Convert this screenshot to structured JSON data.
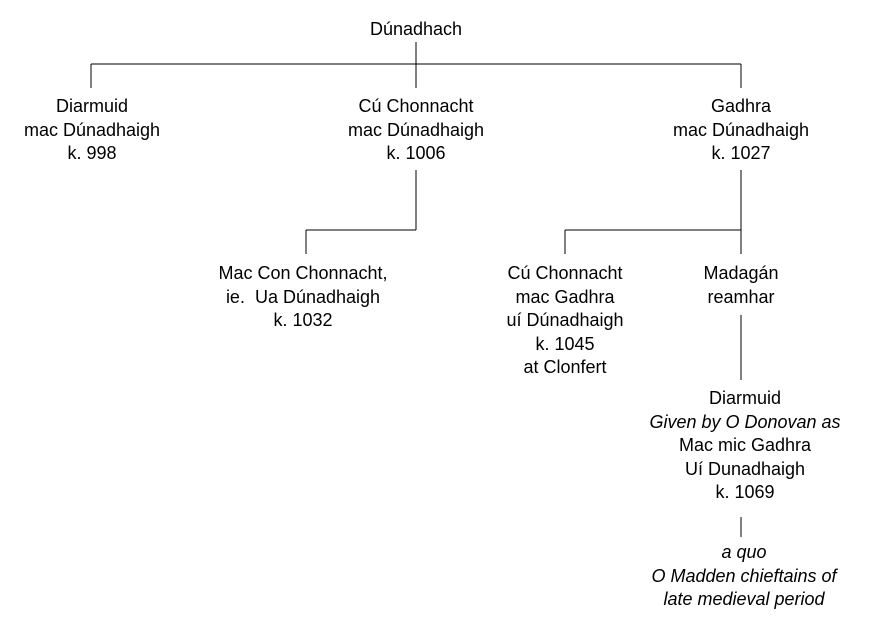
{
  "nodes": {
    "root": {
      "lines": [
        {
          "text": "Dúnadhach"
        }
      ]
    },
    "diarmuid_998": {
      "lines": [
        {
          "text": "Diarmuid"
        },
        {
          "text": "mac Dúnadhaigh"
        },
        {
          "text": "k. 998"
        }
      ]
    },
    "cu_chonnacht_1006": {
      "lines": [
        {
          "text": "Cú Chonnacht"
        },
        {
          "text": "mac Dúnadhaigh"
        },
        {
          "text": "k. 1006"
        }
      ]
    },
    "gadhra_1027": {
      "lines": [
        {
          "text": "Gadhra"
        },
        {
          "text": "mac Dúnadhaigh"
        },
        {
          "text": "k. 1027"
        }
      ]
    },
    "mac_con_1032": {
      "lines": [
        {
          "text": "Mac Con Chonnacht,"
        },
        {
          "text": "ie.  Ua Dúnadhaigh"
        },
        {
          "text": "k. 1032"
        }
      ]
    },
    "cu_chonnacht_1045": {
      "lines": [
        {
          "text": "Cú Chonnacht"
        },
        {
          "text": "mac Gadhra"
        },
        {
          "text": "uí Dúnadhaigh"
        },
        {
          "text": "k. 1045"
        },
        {
          "text": "at Clonfert"
        }
      ]
    },
    "madagan": {
      "lines": [
        {
          "text": "Madagán"
        },
        {
          "text": "reamhar"
        }
      ]
    },
    "diarmuid_1069": {
      "lines": [
        {
          "text": "Diarmuid"
        },
        {
          "text": "Given by O Donovan as",
          "italic": true
        },
        {
          "text": "Mac mic Gadhra"
        },
        {
          "text": "Uí Dunadhaigh"
        },
        {
          "text": "k. 1069"
        }
      ]
    },
    "a_quo": {
      "lines": [
        {
          "text": "a quo",
          "italic": true
        },
        {
          "text": "O Madden chieftains of",
          "italic": true
        },
        {
          "text": "late medieval period",
          "italic": true
        }
      ]
    }
  }
}
